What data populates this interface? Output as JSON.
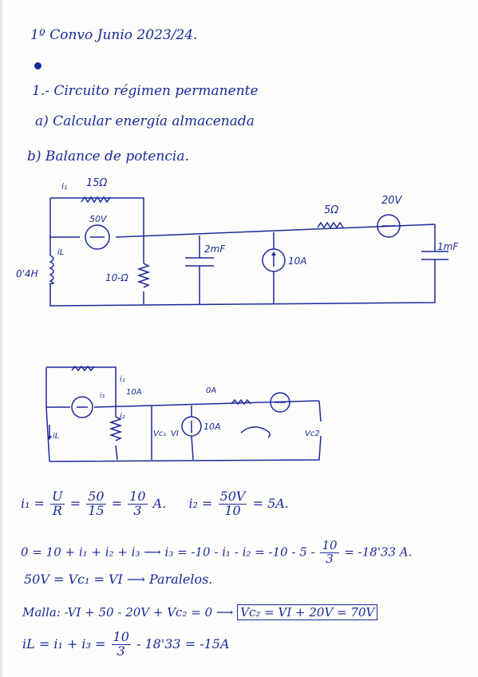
{
  "header": {
    "title": "1º Convo Junio 2023/24.",
    "problem": "1.- Circuito régimen permanente",
    "part_a": "a) Calcular energía almacenada",
    "part_b": "b) Balance de potencia."
  },
  "circuit1": {
    "r15": "15Ω",
    "v50": "50V",
    "ind": "0'4H",
    "r10": "10-Ω",
    "cap2": "2mF",
    "i10": "10A",
    "r5": "5Ω",
    "v20": "20V",
    "cap1": "1mF",
    "i1": "i₁",
    "iL": "iL"
  },
  "circuit2": {
    "i1": "i₁",
    "a10": "10A",
    "i2": "i₂",
    "iL": "iL",
    "i3": "i₃",
    "oa": "0A",
    "vc1": "Vc₁",
    "vi": "VI",
    "a10b": "10A",
    "vc2": "Vc2"
  },
  "equations": {
    "e1a": "i₁ =",
    "e1b": "U",
    "e1c": "R",
    "e1d": "=",
    "e1e": "50",
    "e1f": "15",
    "e1g": "=",
    "e1h": "10",
    "e1i": "3",
    "e1j": "A.",
    "e1k": "i₂ =",
    "e1l": "50V",
    "e1m": "10",
    "e1n": "= 5A.",
    "e2a": "0 = 10 + i₁ + i₂ + i₃ ⟶ i₃ = -10 - i₁ - i₂ = -10 - 5 -",
    "e2b": "10",
    "e2c": "3",
    "e2d": "= -18'33 A.",
    "e3": "50V = Vc₁ = VI ⟶ Paralelos.",
    "e4a": "Malla: -VI + 50 - 20V + Vc₂ = 0 ⟶",
    "e4b": "Vc₂ = VI + 20V = 70V",
    "e5a": "iL = i₁ + i₃ =",
    "e5b": "10",
    "e5c": "3",
    "e5d": "- 18'33 = -15A"
  }
}
